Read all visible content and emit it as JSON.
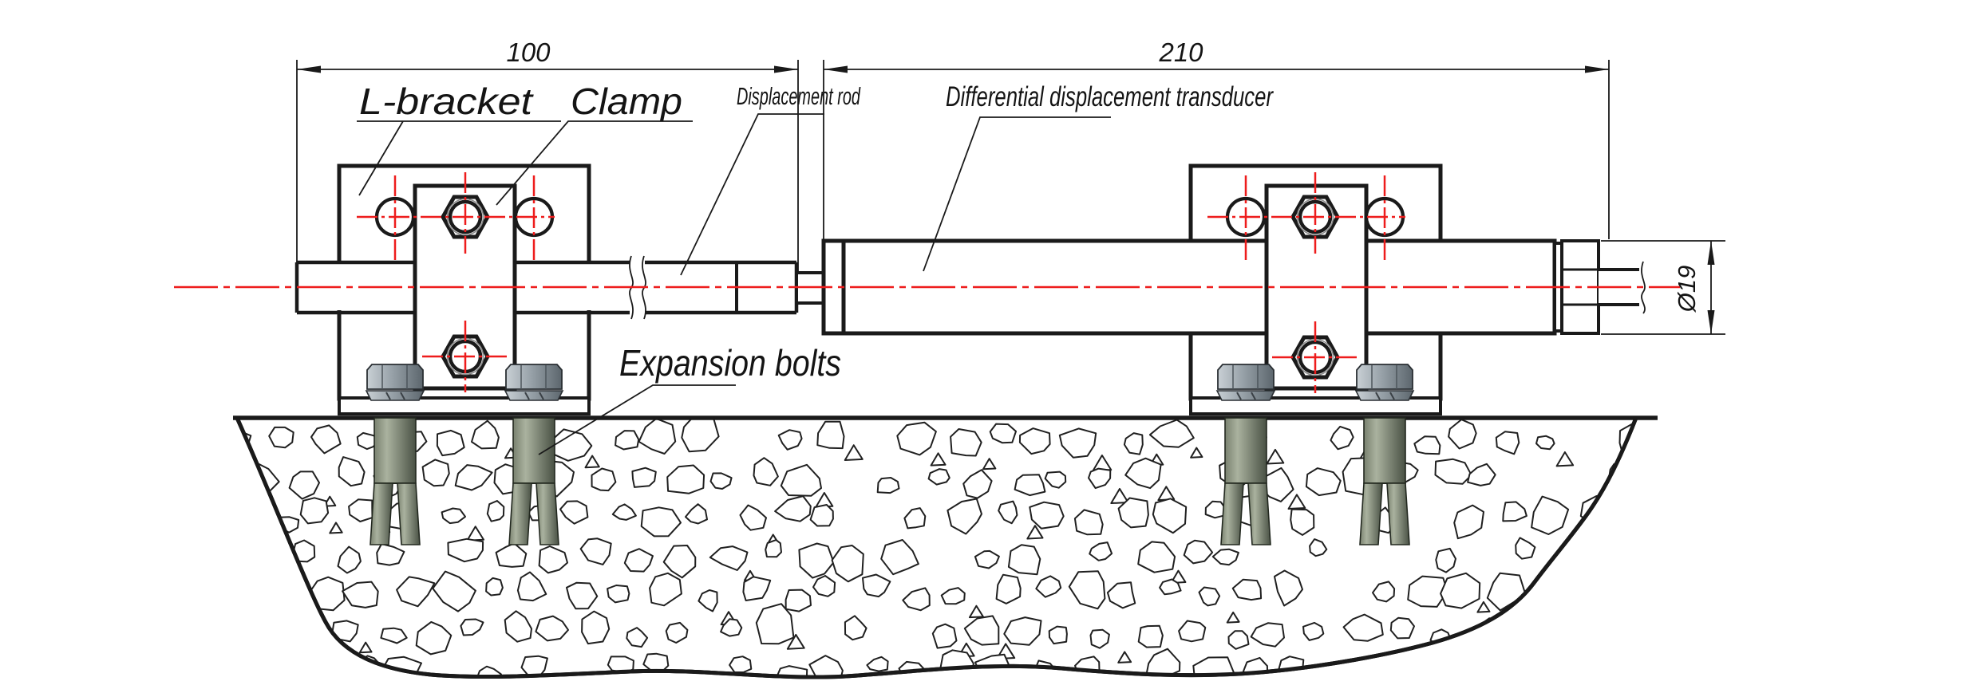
{
  "drawing": {
    "labels": {
      "l_bracket": "L-bracket",
      "clamp": "Clamp",
      "displacement_rod": "Displacement rod",
      "transducer": "Differential displacement transducer",
      "expansion_bolts": "Expansion bolts"
    },
    "dimensions": {
      "width_left": "100",
      "width_right": "210",
      "diameter": "Ø19"
    },
    "colors": {
      "line": "#1a1a1a",
      "centerline_red": "#ee1c1c",
      "bolt_head_light": "#c9d0d5",
      "bolt_head_mid": "#97a1a8",
      "bolt_head_dark": "#5c666d",
      "anchor_light": "#aab29f",
      "anchor_mid": "#79816f",
      "anchor_dark": "#495144"
    }
  }
}
